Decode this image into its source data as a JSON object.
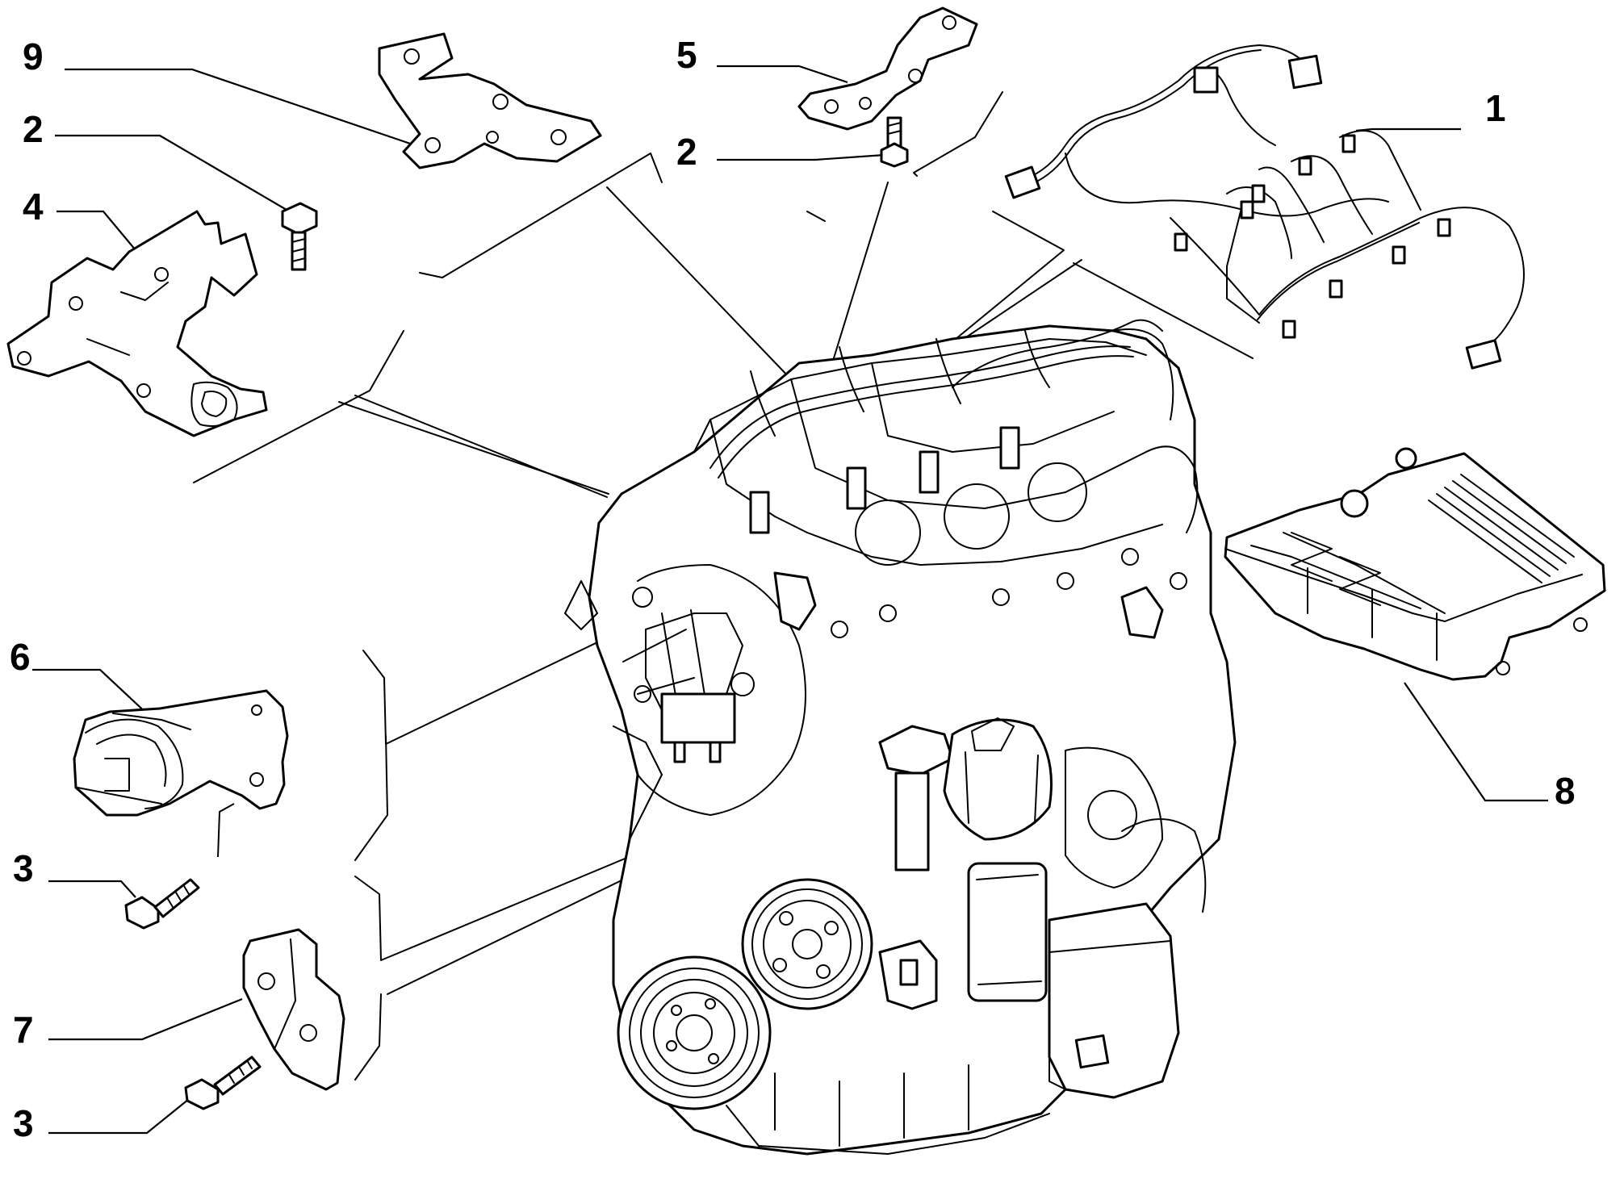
{
  "callouts": [
    {
      "id": "c9",
      "label": "9"
    },
    {
      "id": "c2a",
      "label": "2"
    },
    {
      "id": "c4",
      "label": "4"
    },
    {
      "id": "c5",
      "label": "5"
    },
    {
      "id": "c2b",
      "label": "2"
    },
    {
      "id": "c1",
      "label": "1"
    },
    {
      "id": "c6",
      "label": "6"
    },
    {
      "id": "c3a",
      "label": "3"
    },
    {
      "id": "c7",
      "label": "7"
    },
    {
      "id": "c3b",
      "label": "3"
    },
    {
      "id": "c8",
      "label": "8"
    }
  ]
}
